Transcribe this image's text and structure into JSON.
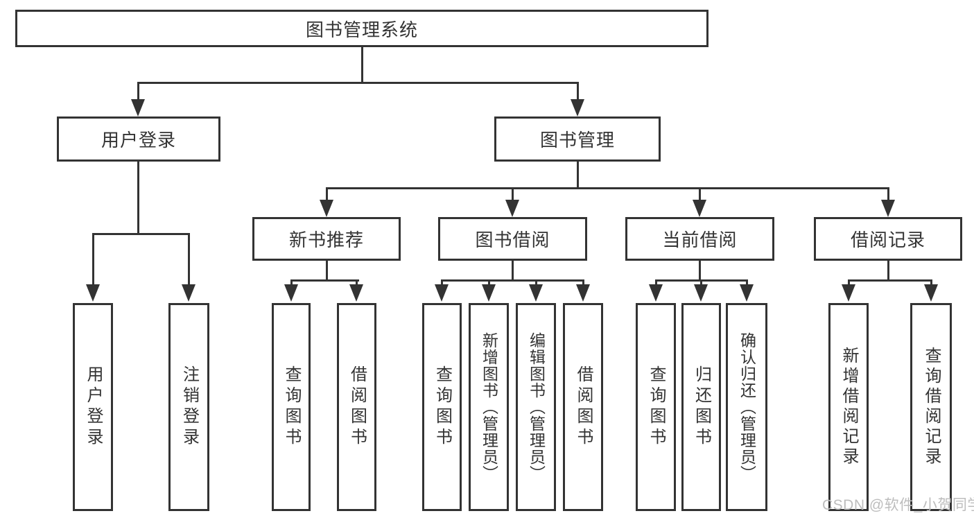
{
  "tree": {
    "label": "图书管理系统",
    "children": [
      {
        "label": "用户登录",
        "children": [
          {
            "label": "用户登录"
          },
          {
            "label": "注销登录"
          }
        ]
      },
      {
        "label": "图书管理",
        "children": [
          {
            "label": "新书推荐",
            "children": [
              {
                "label": "查询图书"
              },
              {
                "label": "借阅图书"
              }
            ]
          },
          {
            "label": "图书借阅",
            "children": [
              {
                "label": "查询图书"
              },
              {
                "label": "新增图书（管理员）"
              },
              {
                "label": "编辑图书（管理员）"
              },
              {
                "label": "借阅图书"
              }
            ]
          },
          {
            "label": "当前借阅",
            "children": [
              {
                "label": "查询图书"
              },
              {
                "label": "归还图书"
              },
              {
                "label": "确认归还（管理员）"
              }
            ]
          },
          {
            "label": "借阅记录",
            "children": [
              {
                "label": "新增借阅记录"
              },
              {
                "label": "查询借阅记录"
              }
            ]
          }
        ]
      }
    ]
  },
  "watermark": "CSDN @软件_小贺同学",
  "colors": {
    "line": "#333333",
    "text": "#333333",
    "watermark": "#bdbdbd",
    "background": "#ffffff"
  }
}
